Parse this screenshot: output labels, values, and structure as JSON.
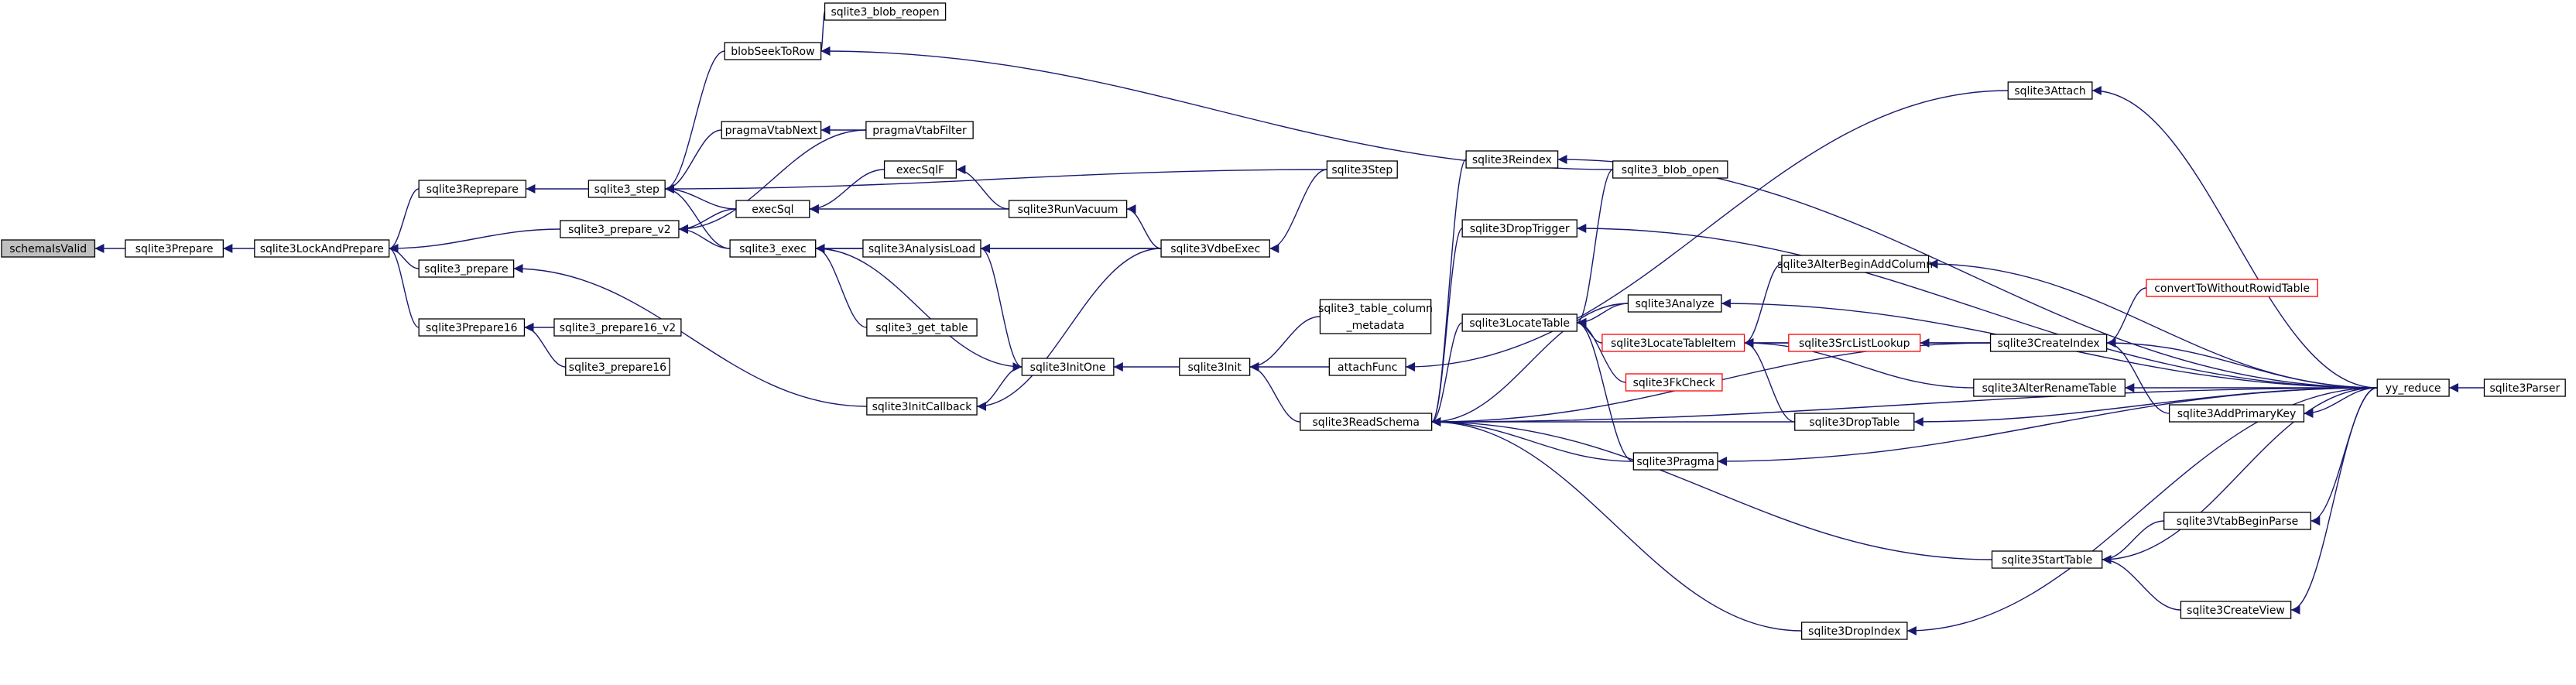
{
  "colors": {
    "edge": "#191970",
    "root_fill": "#bfbfbf",
    "node_border": "#000000",
    "incomplete_border": "#ff0000"
  },
  "nodes": [
    {
      "id": "schemaIsValid",
      "label": "schemaIsValid",
      "root": true
    },
    {
      "id": "sqlite3Prepare",
      "label": "sqlite3Prepare"
    },
    {
      "id": "sqlite3LockAndPrepare",
      "label": "sqlite3LockAndPrepare"
    },
    {
      "id": "sqlite3Reprepare",
      "label": "sqlite3Reprepare"
    },
    {
      "id": "sqlite3_prepare_v2",
      "label": "sqlite3_prepare_v2"
    },
    {
      "id": "sqlite3_prepare",
      "label": "sqlite3_prepare"
    },
    {
      "id": "sqlite3Prepare16",
      "label": "sqlite3Prepare16"
    },
    {
      "id": "sqlite3_prepare16_v2",
      "label": "sqlite3_prepare16_v2"
    },
    {
      "id": "sqlite3_prepare16",
      "label": "sqlite3_prepare16"
    },
    {
      "id": "sqlite3_step",
      "label": "sqlite3_step"
    },
    {
      "id": "blobSeekToRow",
      "label": "blobSeekToRow"
    },
    {
      "id": "sqlite3_blob_reopen",
      "label": "sqlite3_blob_reopen"
    },
    {
      "id": "pragmaVtabNext",
      "label": "pragmaVtabNext"
    },
    {
      "id": "pragmaVtabFilter",
      "label": "pragmaVtabFilter"
    },
    {
      "id": "execSql",
      "label": "execSql"
    },
    {
      "id": "execSqlF",
      "label": "execSqlF"
    },
    {
      "id": "sqlite3RunVacuum",
      "label": "sqlite3RunVacuum"
    },
    {
      "id": "sqlite3_exec",
      "label": "sqlite3_exec"
    },
    {
      "id": "sqlite3AnalysisLoad",
      "label": "sqlite3AnalysisLoad"
    },
    {
      "id": "sqlite3_get_table",
      "label": "sqlite3_get_table"
    },
    {
      "id": "sqlite3InitOne",
      "label": "sqlite3InitOne"
    },
    {
      "id": "sqlite3InitCallback",
      "label": "sqlite3InitCallback"
    },
    {
      "id": "sqlite3VdbeExec",
      "label": "sqlite3VdbeExec"
    },
    {
      "id": "sqlite3Step",
      "label": "sqlite3Step"
    },
    {
      "id": "sqlite3Init",
      "label": "sqlite3Init"
    },
    {
      "id": "sqlite3_table_column_metadata",
      "label": "sqlite3_table_column",
      "label2": "_metadata"
    },
    {
      "id": "attachFunc",
      "label": "attachFunc"
    },
    {
      "id": "sqlite3ReadSchema",
      "label": "sqlite3ReadSchema"
    },
    {
      "id": "sqlite3Reindex",
      "label": "sqlite3Reindex"
    },
    {
      "id": "sqlite3DropTrigger",
      "label": "sqlite3DropTrigger"
    },
    {
      "id": "sqlite3LocateTable",
      "label": "sqlite3LocateTable"
    },
    {
      "id": "sqlite3_blob_open",
      "label": "sqlite3_blob_open"
    },
    {
      "id": "sqlite3Attach",
      "label": "sqlite3Attach"
    },
    {
      "id": "sqlite3Analyze",
      "label": "sqlite3Analyze"
    },
    {
      "id": "sqlite3LocateTableItem",
      "label": "sqlite3LocateTableItem",
      "red": true
    },
    {
      "id": "sqlite3FkCheck",
      "label": "sqlite3FkCheck",
      "red": true
    },
    {
      "id": "sqlite3SrcListLookup",
      "label": "sqlite3SrcListLookup",
      "red": true
    },
    {
      "id": "sqlite3AlterBeginAddColumn",
      "label": "sqlite3AlterBeginAddColumn"
    },
    {
      "id": "sqlite3AlterRenameTable",
      "label": "sqlite3AlterRenameTable"
    },
    {
      "id": "sqlite3DropTable",
      "label": "sqlite3DropTable"
    },
    {
      "id": "sqlite3Pragma",
      "label": "sqlite3Pragma"
    },
    {
      "id": "sqlite3CreateIndex",
      "label": "sqlite3CreateIndex"
    },
    {
      "id": "convertToWithoutRowidTable",
      "label": "convertToWithoutRowidTable",
      "red": true
    },
    {
      "id": "sqlite3AddPrimaryKey",
      "label": "sqlite3AddPrimaryKey"
    },
    {
      "id": "yy_reduce",
      "label": "yy_reduce"
    },
    {
      "id": "sqlite3Parser",
      "label": "sqlite3Parser"
    },
    {
      "id": "sqlite3VtabBeginParse",
      "label": "sqlite3VtabBeginParse"
    },
    {
      "id": "sqlite3StartTable",
      "label": "sqlite3StartTable"
    },
    {
      "id": "sqlite3CreateView",
      "label": "sqlite3CreateView"
    },
    {
      "id": "sqlite3DropIndex",
      "label": "sqlite3DropIndex"
    }
  ],
  "edges": [
    [
      "sqlite3Prepare",
      "schemaIsValid"
    ],
    [
      "sqlite3LockAndPrepare",
      "sqlite3Prepare"
    ],
    [
      "sqlite3Reprepare",
      "sqlite3LockAndPrepare"
    ],
    [
      "sqlite3_prepare_v2",
      "sqlite3LockAndPrepare"
    ],
    [
      "sqlite3_prepare",
      "sqlite3LockAndPrepare"
    ],
    [
      "sqlite3Prepare16",
      "sqlite3LockAndPrepare"
    ],
    [
      "sqlite3_prepare16_v2",
      "sqlite3Prepare16"
    ],
    [
      "sqlite3_prepare16",
      "sqlite3Prepare16"
    ],
    [
      "sqlite3_step",
      "sqlite3Reprepare"
    ],
    [
      "blobSeekToRow",
      "sqlite3_step"
    ],
    [
      "pragmaVtabNext",
      "sqlite3_step"
    ],
    [
      "execSql",
      "sqlite3_step"
    ],
    [
      "sqlite3_exec",
      "sqlite3_step"
    ],
    [
      "sqlite3Step",
      "sqlite3_step"
    ],
    [
      "sqlite3_blob_reopen",
      "blobSeekToRow"
    ],
    [
      "sqlite3_blob_open",
      "blobSeekToRow"
    ],
    [
      "pragmaVtabFilter",
      "sqlite3_prepare_v2"
    ],
    [
      "execSql",
      "sqlite3_prepare_v2"
    ],
    [
      "sqlite3_exec",
      "sqlite3_prepare_v2"
    ],
    [
      "pragmaVtabFilter",
      "pragmaVtabNext"
    ],
    [
      "execSqlF",
      "execSql"
    ],
    [
      "sqlite3RunVacuum",
      "execSql"
    ],
    [
      "sqlite3RunVacuum",
      "execSqlF"
    ],
    [
      "sqlite3VdbeExec",
      "sqlite3RunVacuum"
    ],
    [
      "sqlite3AnalysisLoad",
      "sqlite3_exec"
    ],
    [
      "sqlite3_get_table",
      "sqlite3_exec"
    ],
    [
      "sqlite3InitOne",
      "sqlite3_exec"
    ],
    [
      "sqlite3VdbeExec",
      "sqlite3_exec"
    ],
    [
      "sqlite3VdbeExec",
      "sqlite3AnalysisLoad"
    ],
    [
      "sqlite3InitOne",
      "sqlite3AnalysisLoad"
    ],
    [
      "sqlite3InitCallback",
      "sqlite3_prepare"
    ],
    [
      "sqlite3InitCallback",
      "sqlite3InitOne"
    ],
    [
      "sqlite3VdbeExec",
      "sqlite3InitCallback"
    ],
    [
      "sqlite3Init",
      "sqlite3InitOne"
    ],
    [
      "sqlite3Step",
      "sqlite3VdbeExec"
    ],
    [
      "sqlite3_table_column_metadata",
      "sqlite3Init"
    ],
    [
      "attachFunc",
      "sqlite3Init"
    ],
    [
      "sqlite3ReadSchema",
      "sqlite3Init"
    ],
    [
      "sqlite3Attach",
      "attachFunc"
    ],
    [
      "sqlite3Reindex",
      "sqlite3ReadSchema"
    ],
    [
      "sqlite3DropTrigger",
      "sqlite3ReadSchema"
    ],
    [
      "sqlite3LocateTable",
      "sqlite3ReadSchema"
    ],
    [
      "sqlite3Analyze",
      "sqlite3ReadSchema"
    ],
    [
      "sqlite3DropTable",
      "sqlite3ReadSchema"
    ],
    [
      "sqlite3Pragma",
      "sqlite3ReadSchema"
    ],
    [
      "sqlite3CreateIndex",
      "sqlite3ReadSchema"
    ],
    [
      "yy_reduce",
      "sqlite3ReadSchema"
    ],
    [
      "sqlite3StartTable",
      "sqlite3ReadSchema"
    ],
    [
      "sqlite3DropIndex",
      "sqlite3ReadSchema"
    ],
    [
      "sqlite3_blob_open",
      "sqlite3LocateTable"
    ],
    [
      "sqlite3Analyze",
      "sqlite3LocateTable"
    ],
    [
      "sqlite3LocateTableItem",
      "sqlite3LocateTable"
    ],
    [
      "sqlite3FkCheck",
      "sqlite3LocateTable"
    ],
    [
      "sqlite3Pragma",
      "sqlite3LocateTable"
    ],
    [
      "sqlite3AlterBeginAddColumn",
      "sqlite3LocateTableItem"
    ],
    [
      "sqlite3SrcListLookup",
      "sqlite3LocateTableItem"
    ],
    [
      "sqlite3AlterRenameTable",
      "sqlite3LocateTableItem"
    ],
    [
      "sqlite3DropTable",
      "sqlite3LocateTableItem"
    ],
    [
      "sqlite3CreateIndex",
      "sqlite3LocateTableItem"
    ],
    [
      "sqlite3CreateIndex",
      "sqlite3SrcListLookup"
    ],
    [
      "yy_reduce",
      "sqlite3Attach"
    ],
    [
      "yy_reduce",
      "sqlite3Reindex"
    ],
    [
      "yy_reduce",
      "sqlite3DropTrigger"
    ],
    [
      "yy_reduce",
      "sqlite3Analyze"
    ],
    [
      "yy_reduce",
      "sqlite3AlterBeginAddColumn"
    ],
    [
      "yy_reduce",
      "sqlite3CreateIndex"
    ],
    [
      "yy_reduce",
      "sqlite3AlterRenameTable"
    ],
    [
      "yy_reduce",
      "sqlite3DropTable"
    ],
    [
      "yy_reduce",
      "sqlite3Pragma"
    ],
    [
      "yy_reduce",
      "sqlite3AddPrimaryKey"
    ],
    [
      "yy_reduce",
      "sqlite3VtabBeginParse"
    ],
    [
      "yy_reduce",
      "sqlite3StartTable"
    ],
    [
      "yy_reduce",
      "sqlite3CreateView"
    ],
    [
      "yy_reduce",
      "sqlite3DropIndex"
    ],
    [
      "convertToWithoutRowidTable",
      "sqlite3CreateIndex"
    ],
    [
      "sqlite3AddPrimaryKey",
      "sqlite3CreateIndex"
    ],
    [
      "sqlite3VtabBeginParse",
      "sqlite3StartTable"
    ],
    [
      "sqlite3CreateView",
      "sqlite3StartTable"
    ],
    [
      "sqlite3Parser",
      "yy_reduce"
    ]
  ]
}
